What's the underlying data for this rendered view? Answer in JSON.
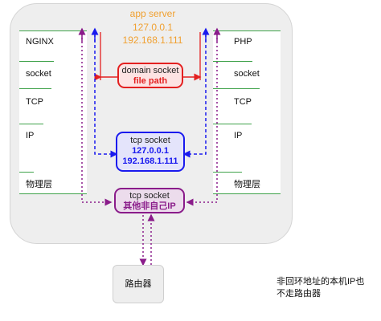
{
  "server": {
    "title": "app server",
    "ip_lines": [
      "127.0.0.1",
      "192.168.1.111"
    ]
  },
  "left_stack": [
    "NGINX",
    "socket",
    "TCP",
    "IP",
    "物理层"
  ],
  "right_stack": [
    "PHP",
    "socket",
    "TCP",
    "IP",
    "物理层"
  ],
  "domain_socket": {
    "label": "domain socket",
    "sub": "file path"
  },
  "tcp_local": {
    "label": "tcp socket",
    "lines": [
      "127.0.0.1",
      "192.168.1.111"
    ]
  },
  "tcp_remote": {
    "label": "tcp socket",
    "sub": "其他非自己IP"
  },
  "router": {
    "label": "路由器"
  },
  "note": "非回环地址的本机IP也不走路由器",
  "colors": {
    "red": "#e32020",
    "blue": "#1a1aee",
    "purple": "#8a1c8a",
    "green": "#3fa24a",
    "orange": "#f0a030"
  }
}
